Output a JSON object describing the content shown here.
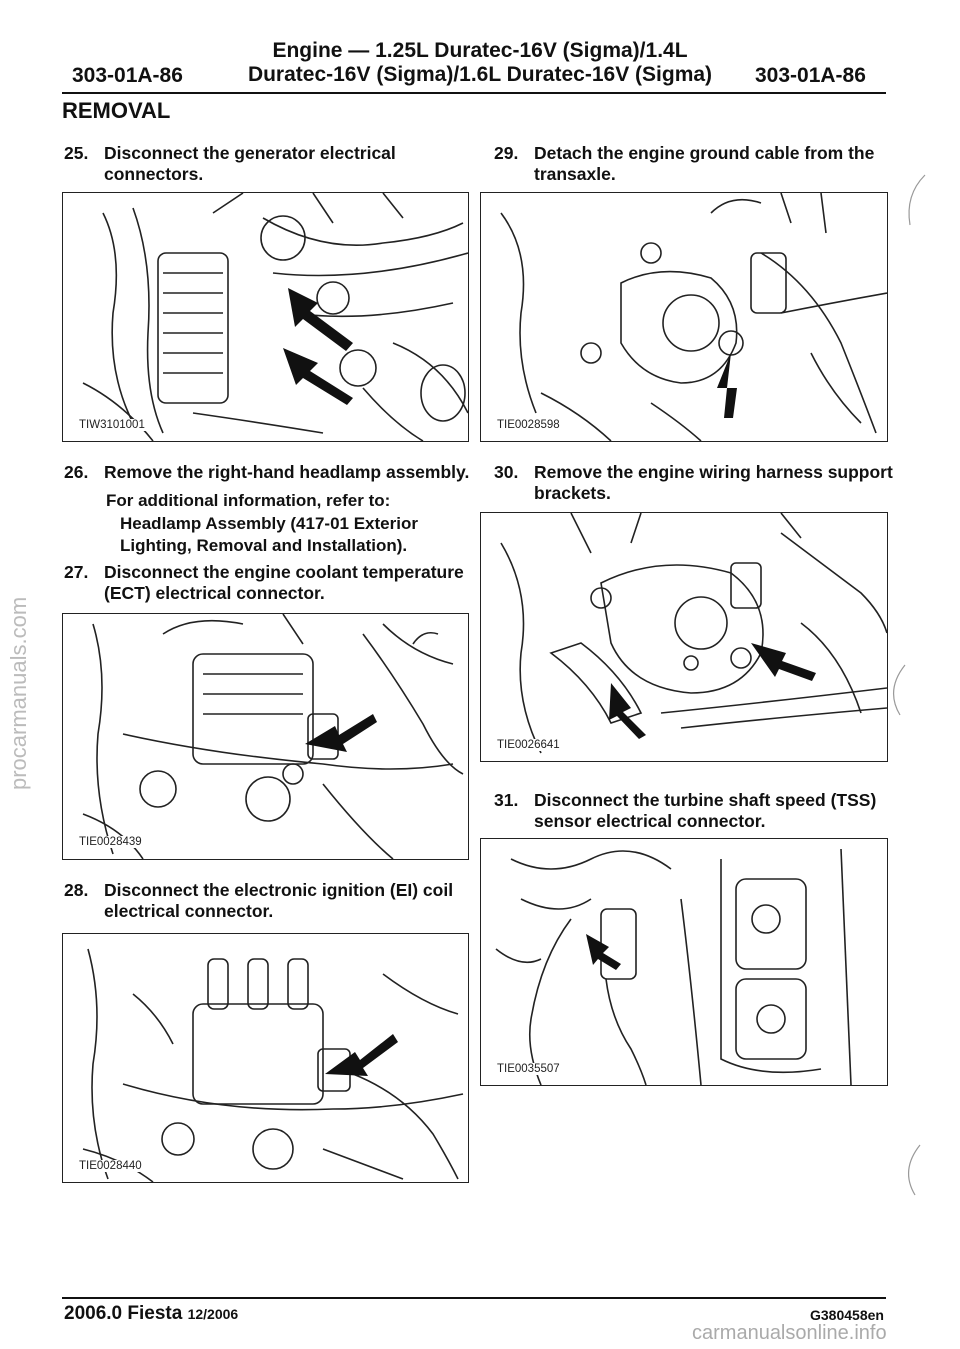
{
  "header": {
    "title_line1": "Engine — 1.25L Duratec-16V (Sigma)/1.4L",
    "title_line2": "Duratec-16V (Sigma)/1.6L Duratec-16V (Sigma)",
    "page_code_left": "303-01A-86",
    "page_code_right": "303-01A-86"
  },
  "section_title": "REMOVAL",
  "steps": [
    {
      "num": "25.",
      "lines": [
        "Disconnect the generator electrical",
        "connectors."
      ],
      "figure": "TIW3101001"
    },
    {
      "num": "26.",
      "lines": [
        "Remove the right-hand headlamp assembly."
      ]
    },
    {
      "num": "27.",
      "lines": [
        "Disconnect the engine coolant temperature",
        "(ECT) electrical connector."
      ],
      "figure": "TIE0028439"
    },
    {
      "num": "28.",
      "lines": [
        "Disconnect the electronic ignition (EI) coil",
        "electrical connector."
      ],
      "figure": "TIE0028440"
    },
    {
      "num": "29.",
      "lines": [
        "Detach the engine ground cable from the",
        "transaxle."
      ],
      "figure": "TIE0028598"
    },
    {
      "num": "30.",
      "lines": [
        "Remove the engine wiring harness support",
        "brackets."
      ],
      "figure": "TIE0026641"
    },
    {
      "num": "31.",
      "lines": [
        "Disconnect the turbine shaft speed (TSS)",
        "sensor electrical connector."
      ],
      "figure": "TIE0035507"
    }
  ],
  "reference": {
    "intro": "For additional information, refer to:",
    "line1": "Headlamp Assembly (417-01 Exterior",
    "line2": "Lighting, Removal and Installation)."
  },
  "footer": {
    "edition": "2006.0 Fiesta",
    "date": "12/2006",
    "doc_code": "G380458en"
  },
  "watermarks": {
    "side": "procarmanuals.com",
    "bottom": "carmanualsonline.info"
  }
}
